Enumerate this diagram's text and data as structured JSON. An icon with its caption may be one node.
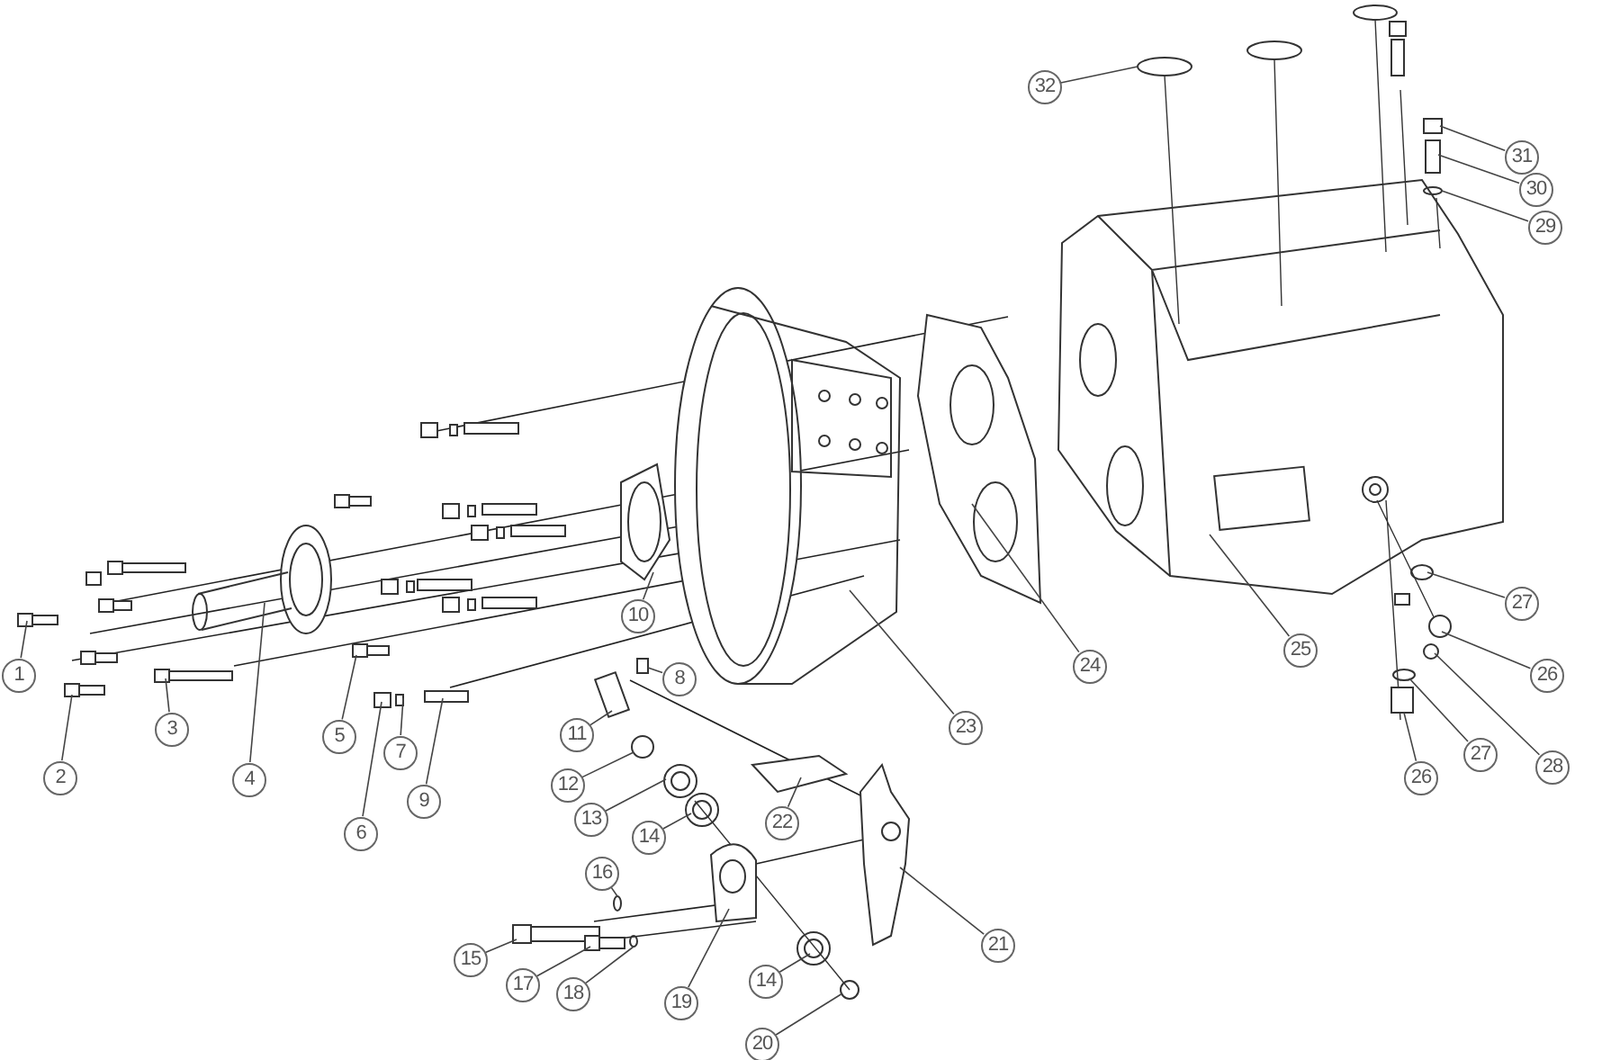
{
  "diagram": {
    "nodes": [
      {
        "text": [
          "1"
        ]
      },
      {
        "text": [
          "2"
        ]
      },
      {
        "text": [
          "3"
        ]
      },
      {
        "text": [
          "4"
        ]
      },
      {
        "text": [
          "5"
        ]
      },
      {
        "text": [
          "6"
        ]
      },
      {
        "text": [
          "7"
        ]
      },
      {
        "text": [
          "8"
        ]
      },
      {
        "text": [
          "9"
        ]
      },
      {
        "text": [
          "10"
        ]
      },
      {
        "text": [
          "11"
        ]
      },
      {
        "text": [
          "12"
        ]
      },
      {
        "text": [
          "13"
        ]
      },
      {
        "text": [
          "14"
        ]
      },
      {
        "text": [
          "15"
        ]
      },
      {
        "text": [
          "16"
        ]
      },
      {
        "text": [
          "17"
        ]
      },
      {
        "text": [
          "18"
        ]
      },
      {
        "text": [
          "19"
        ]
      },
      {
        "text": [
          "14"
        ]
      },
      {
        "text": [
          "20"
        ]
      },
      {
        "text": [
          "21"
        ]
      },
      {
        "text": [
          "22"
        ]
      },
      {
        "text": [
          "23"
        ]
      },
      {
        "text": [
          "24"
        ]
      },
      {
        "text": [
          "25"
        ]
      },
      {
        "text": [
          "26"
        ]
      },
      {
        "text": [
          "27"
        ]
      },
      {
        "text": [
          "26"
        ]
      },
      {
        "text": [
          "27"
        ]
      },
      {
        "text": [
          "28"
        ]
      },
      {
        "text": [
          "29"
        ]
      },
      {
        "text": [
          "30"
        ]
      },
      {
        "text": [
          "31"
        ]
      },
      {
        "text": [
          "32"
        ]
      }
    ],
    "edges": [
      {
        "from": 0,
        "to": null,
        "arrow": "none"
      },
      {
        "from": 1,
        "to": null,
        "arrow": "none"
      },
      {
        "from": 2,
        "to": null,
        "arrow": "none"
      },
      {
        "from": 3,
        "to": null,
        "arrow": "none"
      },
      {
        "from": 4,
        "to": null,
        "arrow": "none"
      },
      {
        "from": 5,
        "to": null,
        "arrow": "none"
      },
      {
        "from": 6,
        "to": null,
        "arrow": "none"
      },
      {
        "from": 7,
        "to": null,
        "arrow": "none"
      },
      {
        "from": 8,
        "to": null,
        "arrow": "none"
      },
      {
        "from": 9,
        "to": null,
        "arrow": "none"
      },
      {
        "from": 10,
        "to": null,
        "arrow": "none"
      },
      {
        "from": 11,
        "to": null,
        "arrow": "none"
      },
      {
        "from": 12,
        "to": null,
        "arrow": "none"
      },
      {
        "from": 13,
        "to": null,
        "arrow": "none"
      },
      {
        "from": 14,
        "to": null,
        "arrow": "none"
      },
      {
        "from": 15,
        "to": null,
        "arrow": "none"
      },
      {
        "from": 16,
        "to": null,
        "arrow": "none"
      },
      {
        "from": 17,
        "to": null,
        "arrow": "none"
      },
      {
        "from": 18,
        "to": null,
        "arrow": "none"
      },
      {
        "from": 19,
        "to": null,
        "arrow": "none"
      },
      {
        "from": 20,
        "to": null,
        "arrow": "none"
      },
      {
        "from": 21,
        "to": null,
        "arrow": "none"
      },
      {
        "from": 22,
        "to": null,
        "arrow": "none"
      },
      {
        "from": 23,
        "to": null,
        "arrow": "none"
      },
      {
        "from": 24,
        "to": null,
        "arrow": "none"
      },
      {
        "from": 25,
        "to": null,
        "arrow": "none"
      },
      {
        "from": 26,
        "to": null,
        "arrow": "none"
      },
      {
        "from": 27,
        "to": null,
        "arrow": "none"
      },
      {
        "from": 28,
        "to": null,
        "arrow": "none"
      },
      {
        "from": 29,
        "to": null,
        "arrow": "none"
      },
      {
        "from": 30,
        "to": null,
        "arrow": "none"
      },
      {
        "from": 31,
        "to": null,
        "arrow": "none"
      },
      {
        "from": 32,
        "to": null,
        "arrow": "none"
      },
      {
        "from": 33,
        "to": null,
        "arrow": "none"
      },
      {
        "from": 34,
        "to": null,
        "arrow": "none"
      }
    ]
  }
}
